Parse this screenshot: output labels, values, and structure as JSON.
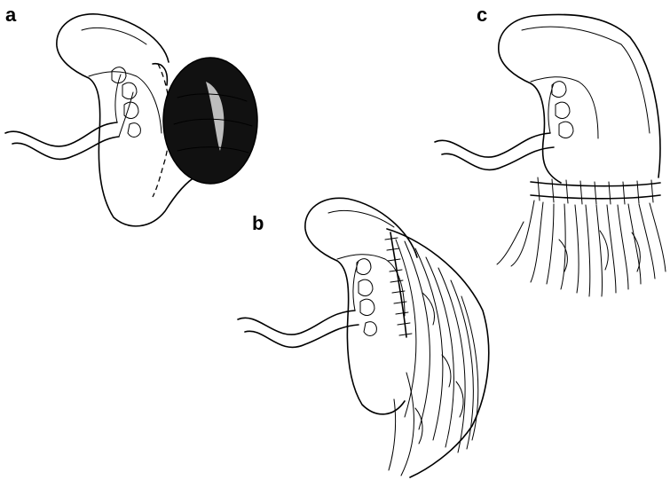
{
  "panels": [
    {
      "label": "a"
    },
    {
      "label": "b"
    },
    {
      "label": "c"
    }
  ],
  "colors": {
    "ink": "#000000",
    "background": "#ffffff"
  }
}
